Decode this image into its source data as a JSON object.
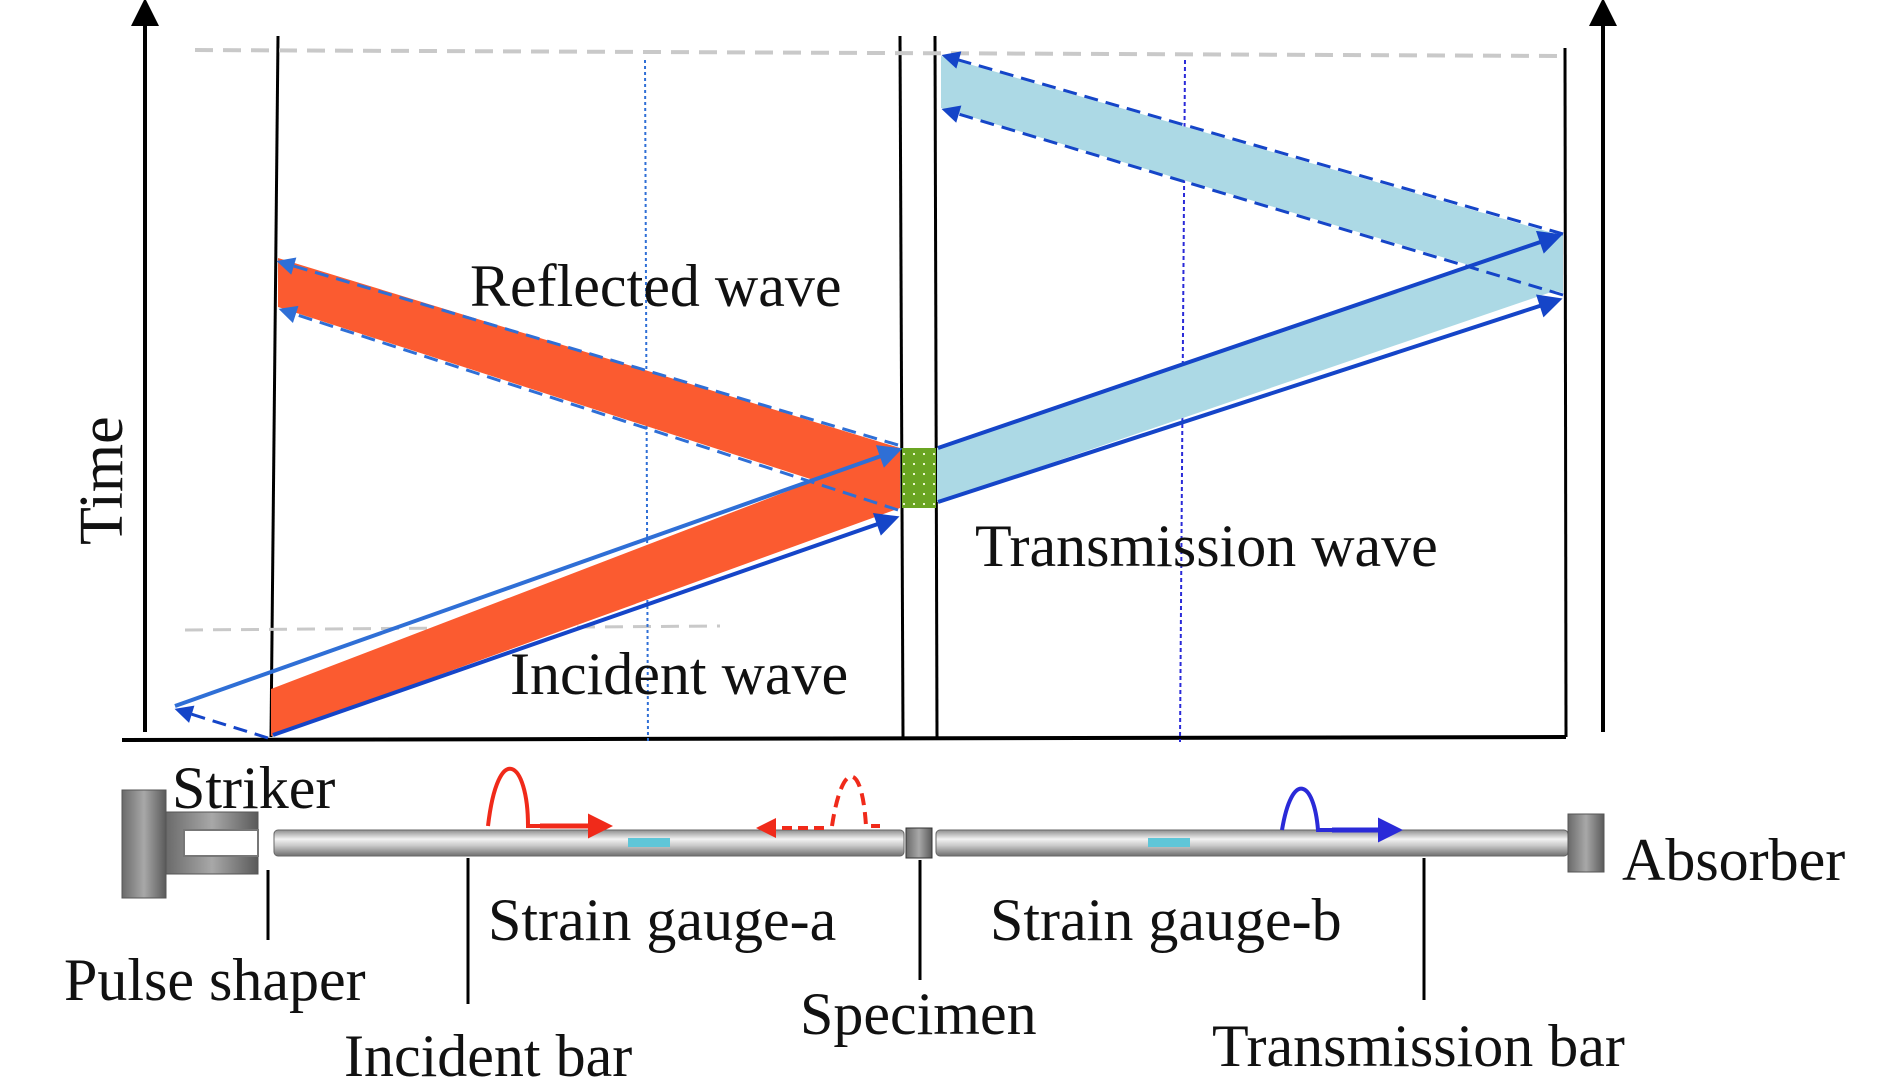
{
  "axis": {
    "time_label": "Time"
  },
  "waves": {
    "reflected": "Reflected wave",
    "incident": "Incident wave",
    "transmission": "Transmission wave"
  },
  "components": {
    "striker": "Striker",
    "absorber": "Absorber",
    "strain_gauge_a": "Strain gauge-a",
    "strain_gauge_b": "Strain gauge-b",
    "pulse_shaper": "Pulse shaper",
    "specimen": "Specimen",
    "incident_bar": "Incident bar",
    "transmission_bar": "Transmission bar"
  },
  "colors": {
    "incident_band": "#fb5b30",
    "transmission_band": "#acd9e5",
    "wave_arrow": "#1545c8",
    "dashed_arrow": "#2f6fd6",
    "pulse_red": "#f02a1a",
    "pulse_blue": "#2a2ad8",
    "specimen": "#6aa522",
    "gauge": "#5fc6d8"
  }
}
